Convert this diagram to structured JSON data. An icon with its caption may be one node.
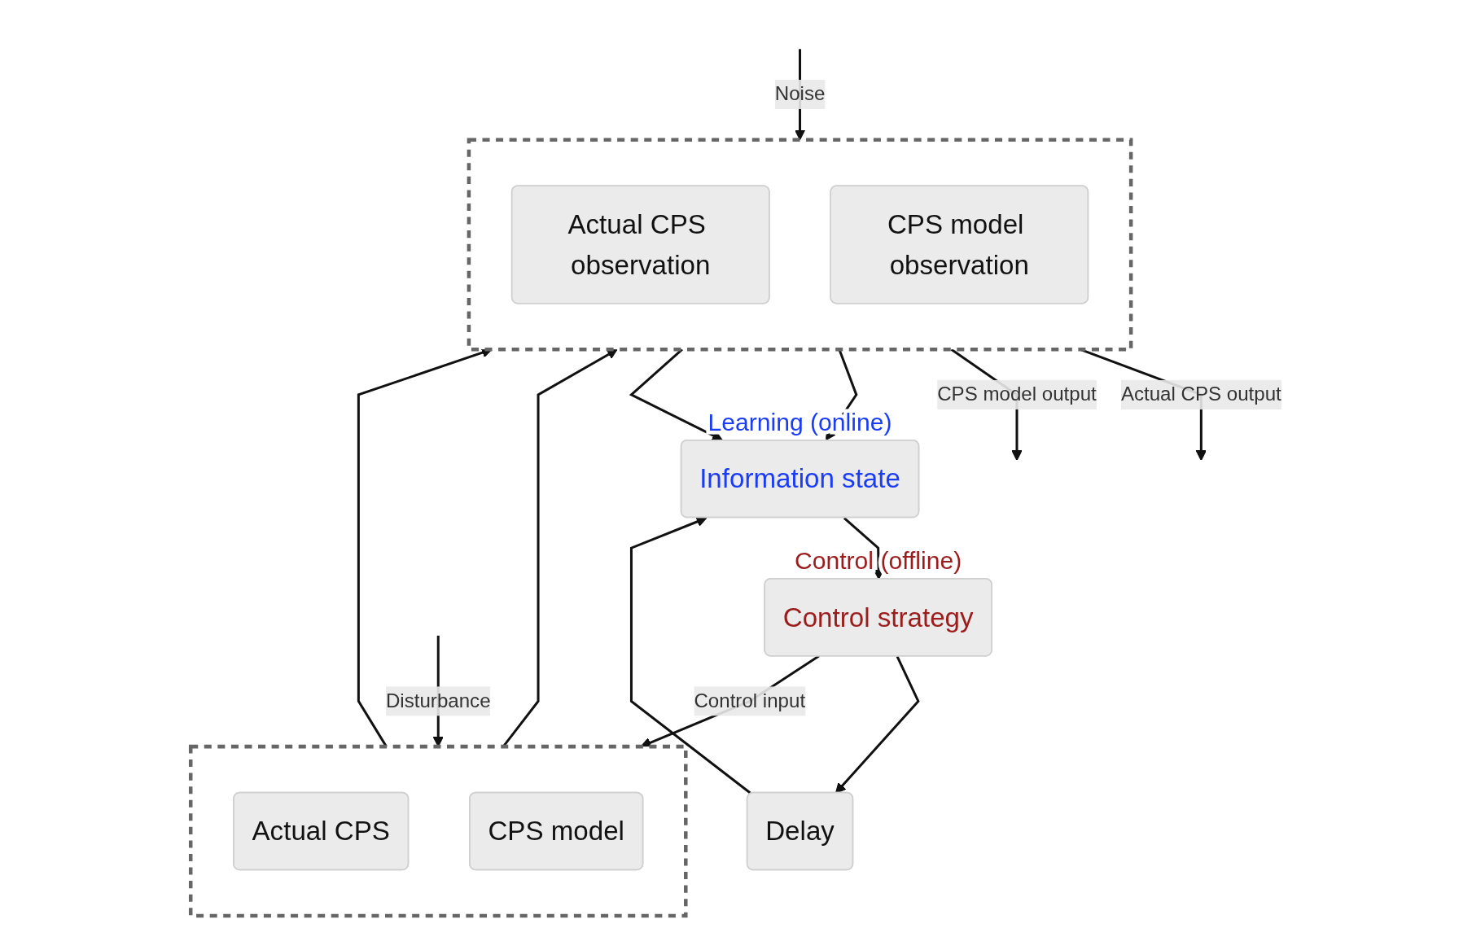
{
  "diagram": {
    "nodes": [
      {
        "text": [],
        "shape": "box"
      },
      {
        "text": [
          "Actual CPS"
        ],
        "in": 0
      },
      {
        "text": [
          "CPS model"
        ],
        "in": 0
      },
      {
        "text": [],
        "shape": "box"
      },
      {
        "text": [
          "Actual CPS observation"
        ],
        "in": 3
      },
      {
        "text": [
          "CPS model observation"
        ],
        "in": 3
      },
      {
        "text": [
          "Delay"
        ]
      },
      {
        "text": [
          "Control strategy"
        ],
        "beside": [
          "Control (offline)"
        ]
      },
      {
        "text": [
          "Information state"
        ],
        "beside": [
          "Learning (online)"
        ]
      }
    ],
    "edges": [
      {
        "from": null,
        "to": 0,
        "arrow": "to",
        "label": "Disturbance"
      },
      {
        "from": null,
        "to": 3,
        "arrow": "to",
        "label": "Noise"
      },
      {
        "from": 0,
        "to": 3,
        "arrow": "to"
      },
      {
        "from": 0,
        "to": 3,
        "arrow": "to"
      },
      {
        "from": 3,
        "to": null,
        "arrow": "to",
        "label": "Actual CPS output"
      },
      {
        "from": 3,
        "to": null,
        "arrow": "to",
        "label": "CPS model output"
      },
      {
        "from": 7,
        "to": 0,
        "arrow": "to",
        "label": "Control input"
      },
      {
        "from": 7,
        "to": 6,
        "arrow": "to"
      },
      {
        "from": 6,
        "to": 8,
        "arrow": "to"
      },
      {
        "from": 3,
        "to": 8,
        "arrow": "to"
      },
      {
        "from": 3,
        "to": 8,
        "arrow": "to"
      },
      {
        "from": 8,
        "to": 7,
        "arrow": "to"
      }
    ]
  }
}
